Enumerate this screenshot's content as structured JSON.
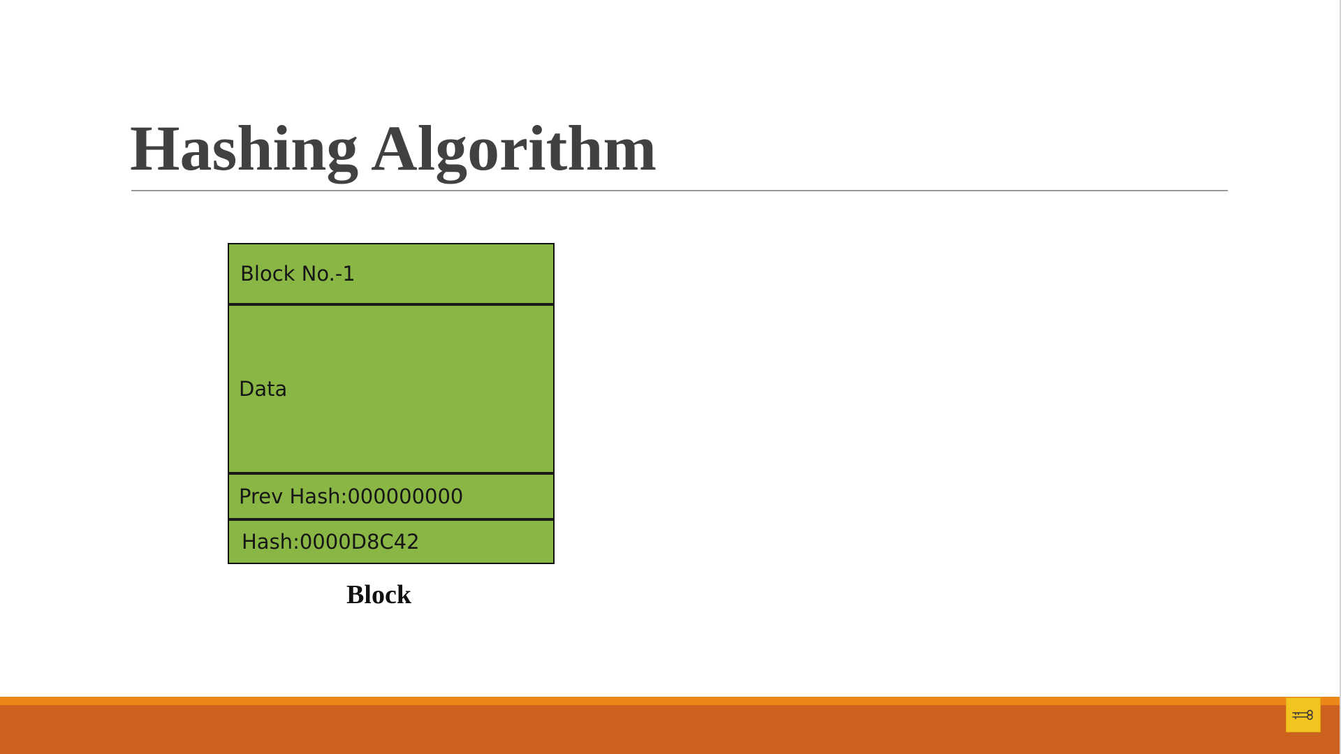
{
  "slide": {
    "title": "Hashing Algorithm",
    "block": {
      "block_no": "Block No.-1",
      "data": "Data",
      "prev_hash": "Prev Hash:000000000",
      "hash": "Hash:0000D8C42",
      "caption": "Block"
    }
  },
  "colors": {
    "block_fill": "#8ab646",
    "title_text": "#414141",
    "footer_accent": "#ea8717",
    "footer_bar": "#cd621f",
    "corner_widget": "#f3c41f"
  },
  "icons": {
    "corner_widget": "key-icon"
  }
}
